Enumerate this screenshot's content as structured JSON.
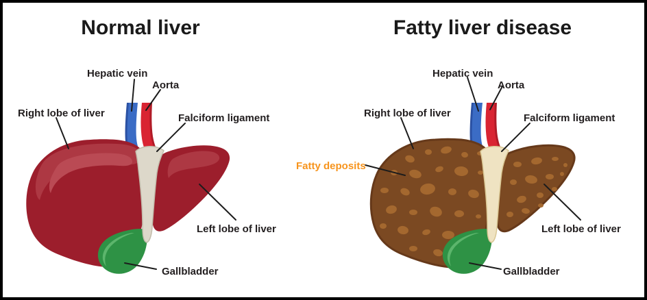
{
  "colors": {
    "background": "#ffffff",
    "frame_border": "#000000",
    "title_text": "#1a1a1a",
    "label_text": "#221e1f",
    "leader_line": "#1c1c1c",
    "fatty_label": "#f7941d",
    "normal_liver": "#9c1e2c",
    "normal_liver_highlight": "#ad3843",
    "normal_liver_highlight_inner": "#ba4a54",
    "fatty_liver": "#7b4922",
    "fatty_liver_outline": "#66391a",
    "fatty_spot": "#a4682f",
    "ligament_normal": "#ddd8ca",
    "ligament_normal_edge": "#c2bcab",
    "ligament_fatty": "#efe3c2",
    "ligament_fatty_edge": "#d9c794",
    "gallbladder": "#2e9245",
    "gallbladder_highlight": "#5cb56c",
    "hepatic_vein": "#3b6cc5",
    "hepatic_vein_shade": "#2b51a3",
    "aorta": "#d92432",
    "aorta_shade": "#b01b27"
  },
  "panels": {
    "normal": {
      "title": "Normal liver",
      "labels": {
        "hepatic_vein": "Hepatic vein",
        "aorta": "Aorta",
        "right_lobe": "Right lobe of liver",
        "falciform_ligament": "Falciform ligament",
        "left_lobe": "Left lobe of liver",
        "gallbladder": "Gallbladder"
      }
    },
    "fatty": {
      "title": "Fatty liver disease",
      "labels": {
        "hepatic_vein": "Hepatic vein",
        "aorta": "Aorta",
        "right_lobe": "Right lobe of liver",
        "falciform_ligament": "Falciform ligament",
        "fatty_deposits": "Fatty deposits",
        "left_lobe": "Left lobe of liver",
        "gallbladder": "Gallbladder"
      }
    }
  }
}
